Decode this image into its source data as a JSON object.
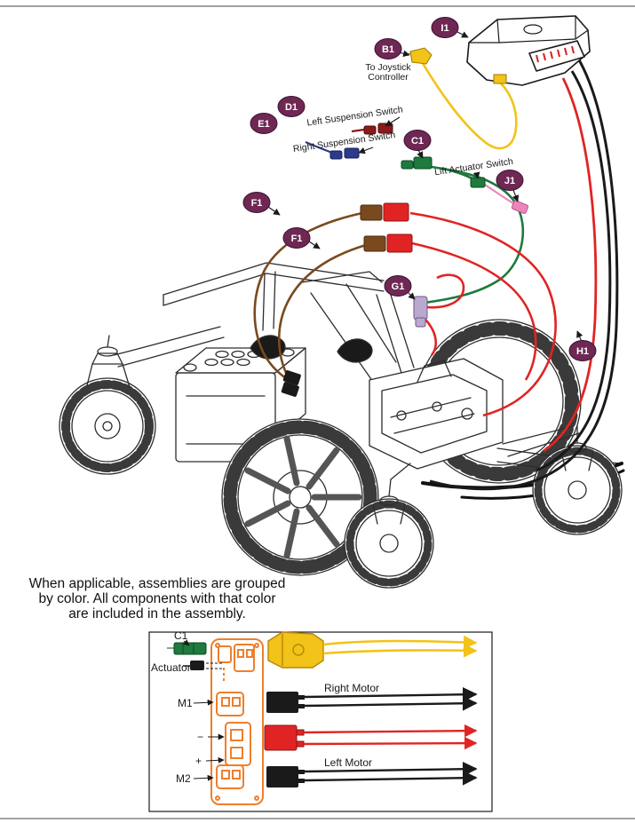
{
  "colors": {
    "callout_bg": "#6e2853",
    "wire_yellow": "#f2c318",
    "wire_green": "#1e7a3e",
    "wire_red": "#e02424",
    "wire_black": "#1a1a1a",
    "wire_brown": "#7a4a1e",
    "wire_pink": "#ee85bd",
    "wire_navy": "#2c3a8c",
    "wire_maroon": "#8b1a1a",
    "controller_orange": "#ee7f2c",
    "connector_lavender": "#b9a9cf"
  },
  "callouts": [
    {
      "id": "I1"
    },
    {
      "id": "B1"
    },
    {
      "id": "D1"
    },
    {
      "id": "E1"
    },
    {
      "id": "C1"
    },
    {
      "id": "J1"
    },
    {
      "id": "F1"
    },
    {
      "id": "F1"
    },
    {
      "id": "G1"
    },
    {
      "id": "H1"
    }
  ],
  "labels": {
    "to_joystick_line1": "To Joystick",
    "to_joystick_line2": "Controller",
    "left_suspension": "Left Suspension Switch",
    "right_suspension": "Right Suspension Switch",
    "lift_actuator": "Lift Actuator Switch"
  },
  "note": {
    "line1": "When applicable, assemblies are grouped",
    "line2": "by color. All components with that color",
    "line3": "are included in the assembly."
  },
  "inset": {
    "c1": "C1",
    "actuator": "Actuator",
    "m1": "M1",
    "minus": "−",
    "plus": "+",
    "m2": "M2",
    "right_motor": "Right Motor",
    "left_motor": "Left Motor"
  }
}
